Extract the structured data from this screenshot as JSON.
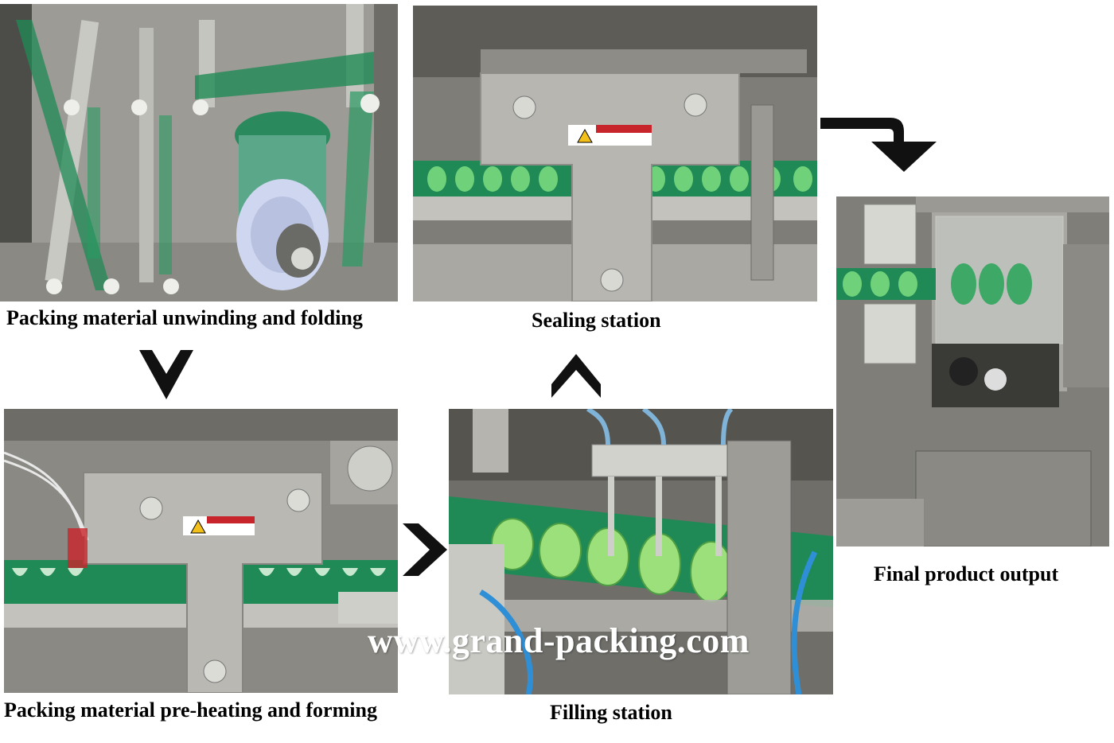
{
  "captions": {
    "unwinding": "Packing material unwinding and folding",
    "preheating": "Packing material pre-heating and forming",
    "filling": "Filling station",
    "sealing": "Sealing station",
    "output": "Final product output"
  },
  "watermark": "www.grand-packing.com",
  "photos": {
    "unwinding": "unwinding-roll-photo",
    "preheating": "preheating-plate-photo",
    "filling": "filling-nozzles-photo",
    "sealing": "sealing-plate-photo",
    "output": "output-chute-photo"
  },
  "arrows": [
    "arrow-down",
    "arrow-right",
    "arrow-up",
    "arrow-bent-down"
  ],
  "colors": {
    "steel": "#a9a8a2",
    "film_green": "#1f8a55",
    "liquid_green": "#6fd17a",
    "arrow": "#111111",
    "warning_red": "#c8242b",
    "warning_yellow": "#f3c01a"
  }
}
